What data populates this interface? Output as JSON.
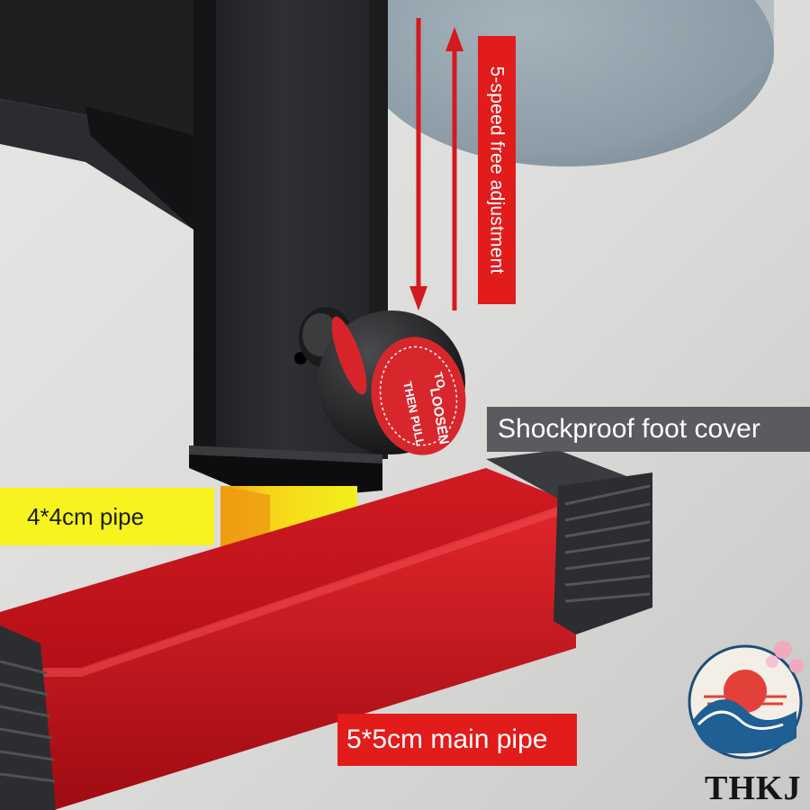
{
  "callouts": {
    "speed_adjustment": "5-speed free adjustment",
    "foot_cover": "Shockproof foot cover",
    "small_pipe": "4*4cm pipe",
    "main_pipe": "5*5cm main pipe"
  },
  "knob": {
    "text_top": "LOOSEN",
    "text_bottom": "THEN PULL",
    "text_edge": "TO"
  },
  "logo": {
    "text": "THKJ"
  },
  "colors": {
    "frame_red": "#c8121b",
    "frame_black": "#2a2b2d",
    "accent_yellow": "#f6f31e",
    "label_red": "#e21b1b",
    "label_gray": "#4e5054",
    "background": "#d9d9d7"
  }
}
